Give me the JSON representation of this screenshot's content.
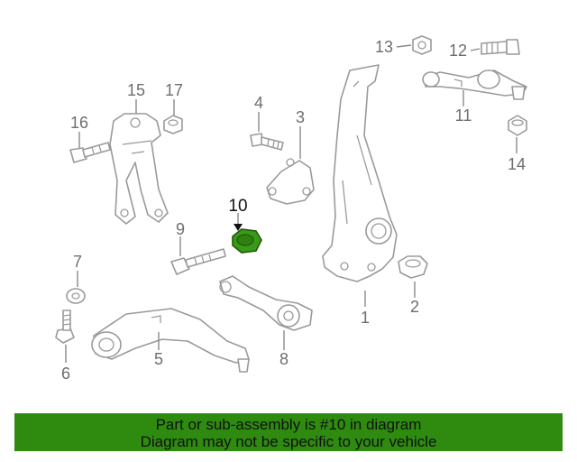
{
  "diagram": {
    "highlight_color": "#3a9a17",
    "callouts": [
      {
        "id": "1",
        "label": "1"
      },
      {
        "id": "2",
        "label": "2"
      },
      {
        "id": "3",
        "label": "3"
      },
      {
        "id": "4",
        "label": "4"
      },
      {
        "id": "5",
        "label": "5"
      },
      {
        "id": "6",
        "label": "6"
      },
      {
        "id": "7",
        "label": "7"
      },
      {
        "id": "8",
        "label": "8"
      },
      {
        "id": "9",
        "label": "9"
      },
      {
        "id": "10",
        "label": "10"
      },
      {
        "id": "11",
        "label": "11"
      },
      {
        "id": "12",
        "label": "12"
      },
      {
        "id": "13",
        "label": "13"
      },
      {
        "id": "14",
        "label": "14"
      },
      {
        "id": "15",
        "label": "15"
      },
      {
        "id": "16",
        "label": "16"
      },
      {
        "id": "17",
        "label": "17"
      }
    ]
  },
  "banner": {
    "line1": "Part or sub-assembly is #10 in diagram",
    "line2": "Diagram may not be specific to your vehicle",
    "color": "#2e8b10"
  }
}
